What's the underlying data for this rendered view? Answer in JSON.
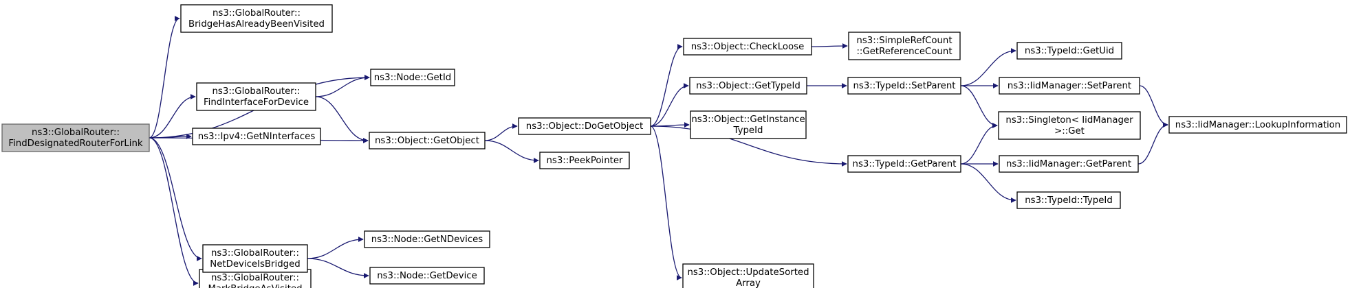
{
  "colors": {
    "edge": "#191970",
    "root_fill": "#bfbfbf",
    "node_fill": "#ffffff",
    "node_stroke": "#000000"
  },
  "nodes": [
    {
      "id": "root",
      "lines": [
        "ns3::GlobalRouter::",
        "FindDesignatedRouterForLink"
      ],
      "root": true
    },
    {
      "id": "bridgeVisited",
      "lines": [
        "ns3::GlobalRouter::",
        "BridgeHasAlreadyBeenVisited"
      ]
    },
    {
      "id": "findIface",
      "lines": [
        "ns3::GlobalRouter::",
        "FindInterfaceForDevice"
      ]
    },
    {
      "id": "getNIfaces",
      "lines": [
        "ns3::Ipv4::GetNInterfaces"
      ]
    },
    {
      "id": "markBridge",
      "lines": [
        "ns3::GlobalRouter::",
        "MarkBridgeAsVisited"
      ]
    },
    {
      "id": "netDevBridged",
      "lines": [
        "ns3::GlobalRouter::",
        "NetDeviceIsBridged"
      ]
    },
    {
      "id": "nodeGetId",
      "lines": [
        "ns3::Node::GetId"
      ]
    },
    {
      "id": "getObject",
      "lines": [
        "ns3::Object::GetObject"
      ]
    },
    {
      "id": "getNDevices",
      "lines": [
        "ns3::Node::GetNDevices"
      ]
    },
    {
      "id": "getDevice",
      "lines": [
        "ns3::Node::GetDevice"
      ]
    },
    {
      "id": "doGetObject",
      "lines": [
        "ns3::Object::DoGetObject"
      ]
    },
    {
      "id": "peekPointer",
      "lines": [
        "ns3::PeekPointer"
      ]
    },
    {
      "id": "checkLoose",
      "lines": [
        "ns3::Object::CheckLoose"
      ]
    },
    {
      "id": "objGetTypeId",
      "lines": [
        "ns3::Object::GetTypeId"
      ]
    },
    {
      "id": "getInstanceTypeId",
      "lines": [
        "ns3::Object::GetInstance",
        "TypeId"
      ]
    },
    {
      "id": "updateSorted",
      "lines": [
        "ns3::Object::UpdateSorted",
        "Array"
      ]
    },
    {
      "id": "getRefCount",
      "lines": [
        "ns3::SimpleRefCount",
        "::GetReferenceCount"
      ]
    },
    {
      "id": "typeSetParent",
      "lines": [
        "ns3::TypeId::SetParent"
      ]
    },
    {
      "id": "typeGetParent",
      "lines": [
        "ns3::TypeId::GetParent"
      ]
    },
    {
      "id": "typeGetUid",
      "lines": [
        "ns3::TypeId::GetUid"
      ]
    },
    {
      "id": "iidSetParent",
      "lines": [
        "ns3::IidManager::SetParent"
      ]
    },
    {
      "id": "singletonGet",
      "lines": [
        "ns3::Singleton< IidManager",
        " >::Get"
      ]
    },
    {
      "id": "iidGetParent",
      "lines": [
        "ns3::IidManager::GetParent"
      ]
    },
    {
      "id": "typeTypeId",
      "lines": [
        "ns3::TypeId::TypeId"
      ]
    },
    {
      "id": "lookupInfo",
      "lines": [
        "ns3::IidManager::LookupInformation"
      ]
    }
  ],
  "edges": [
    [
      "root",
      "bridgeVisited"
    ],
    [
      "root",
      "nodeGetId"
    ],
    [
      "root",
      "findIface"
    ],
    [
      "root",
      "getNIfaces"
    ],
    [
      "root",
      "getObject"
    ],
    [
      "root",
      "markBridge"
    ],
    [
      "root",
      "netDevBridged"
    ],
    [
      "findIface",
      "nodeGetId"
    ],
    [
      "findIface",
      "getObject"
    ],
    [
      "netDevBridged",
      "getNDevices"
    ],
    [
      "netDevBridged",
      "getDevice"
    ],
    [
      "getObject",
      "doGetObject"
    ],
    [
      "getObject",
      "peekPointer"
    ],
    [
      "doGetObject",
      "checkLoose"
    ],
    [
      "doGetObject",
      "objGetTypeId"
    ],
    [
      "doGetObject",
      "getInstanceTypeId"
    ],
    [
      "doGetObject",
      "updateSorted"
    ],
    [
      "doGetObject",
      "typeGetParent"
    ],
    [
      "checkLoose",
      "getRefCount"
    ],
    [
      "objGetTypeId",
      "typeSetParent"
    ],
    [
      "typeSetParent",
      "typeGetUid"
    ],
    [
      "typeSetParent",
      "iidSetParent"
    ],
    [
      "typeSetParent",
      "singletonGet"
    ],
    [
      "typeGetParent",
      "singletonGet"
    ],
    [
      "typeGetParent",
      "iidGetParent"
    ],
    [
      "typeGetParent",
      "typeTypeId"
    ],
    [
      "iidSetParent",
      "lookupInfo"
    ],
    [
      "iidGetParent",
      "lookupInfo"
    ]
  ]
}
